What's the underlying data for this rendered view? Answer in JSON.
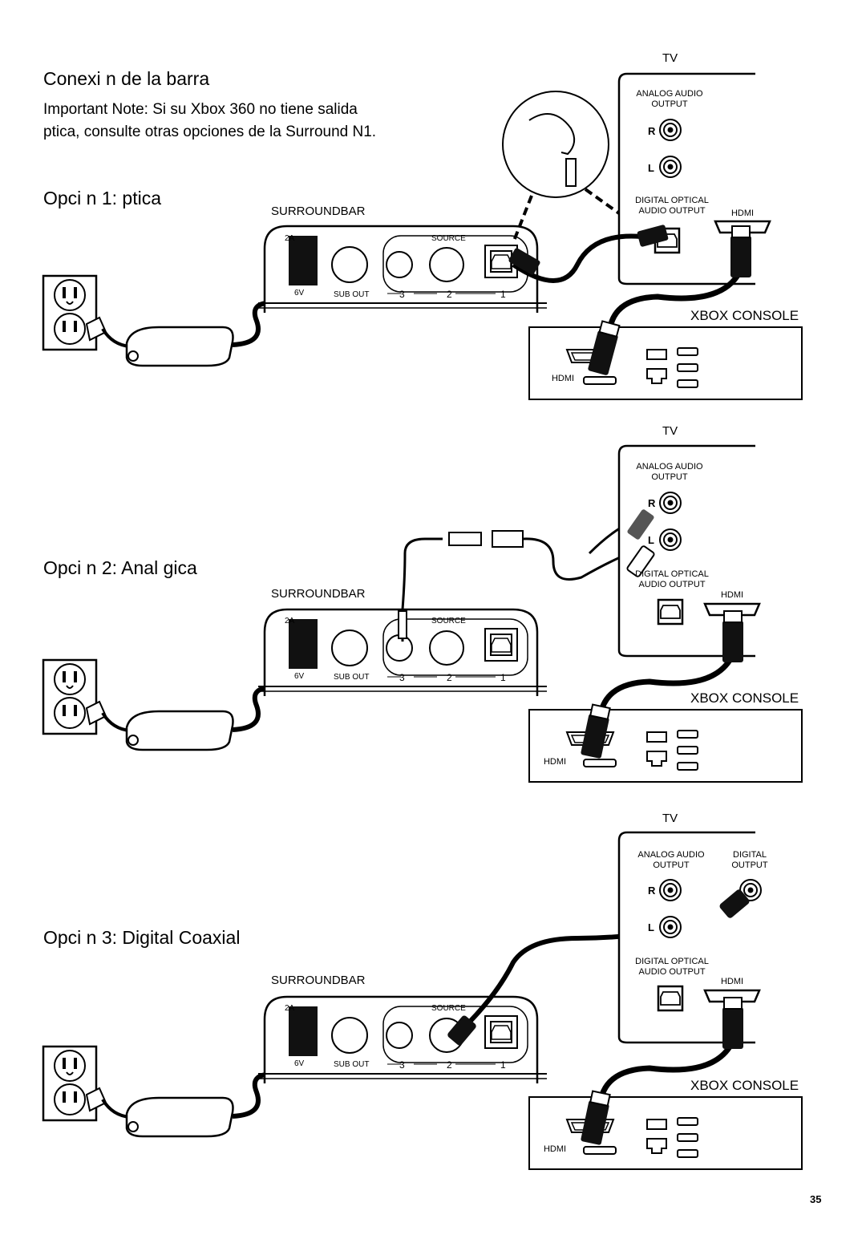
{
  "heading": "Conexi n de la barra",
  "note_line1": "Important Note: Si su Xbox 360 no tiene salida",
  "note_line2": " ptica, consulte otras opciones de la Surround N1.",
  "options": [
    {
      "title": "Opci n 1:  ptica",
      "surroundbar": "SURROUNDBAR",
      "tv": "TV",
      "xbox": "XBOX CONSOLE",
      "analog_label": "ANALOG AUDIO OUTPUT",
      "optical_label": "DIGITAL OPTICAL AUDIO OUTPUT",
      "hdmi_tv": "HDMI",
      "hdmi_xbox": "HDMI"
    },
    {
      "title": "Opci n 2: Anal gica",
      "surroundbar": "SURROUNDBAR",
      "tv": "TV",
      "xbox": "XBOX CONSOLE",
      "analog_label": "ANALOG AUDIO OUTPUT",
      "optical_label": "DIGITAL OPTICAL AUDIO OUTPUT",
      "hdmi_tv": "HDMI",
      "hdmi_xbox": "HDMI"
    },
    {
      "title": "Opci n 3: Digital Coaxial",
      "surroundbar": "SURROUNDBAR",
      "tv": "TV",
      "xbox": "XBOX CONSOLE",
      "analog_label": "ANALOG AUDIO OUTPUT",
      "digital_label": "DIGITAL OUTPUT",
      "optical_label": "DIGITAL OPTICAL AUDIO OUTPUT",
      "hdmi_tv": "HDMI",
      "hdmi_xbox": "HDMI"
    }
  ],
  "panel": {
    "power_rating": "2A",
    "voltage": "6V",
    "source": "SOURCE",
    "sub_out": "SUB OUT",
    "in3": "3",
    "in2": "2",
    "in1": "1",
    "r": "R",
    "l": "L"
  },
  "page_number": "35"
}
